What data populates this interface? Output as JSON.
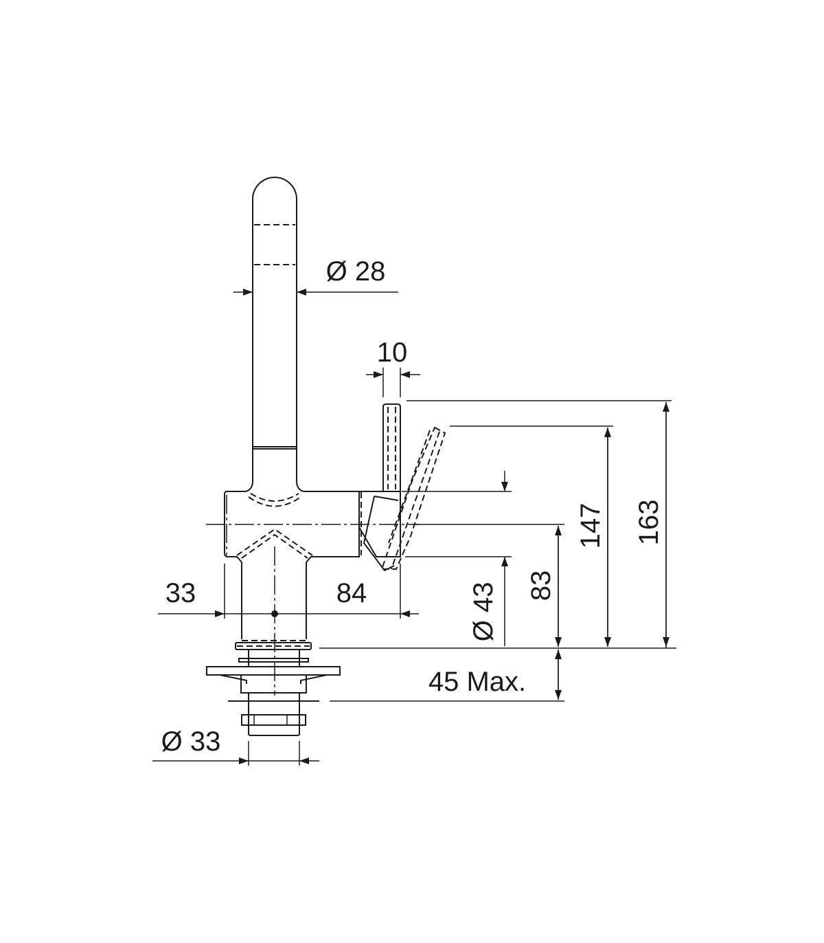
{
  "drawing": {
    "dimensions": {
      "spout_diameter": "Ø 28",
      "lever_width": "10",
      "total_height": "163",
      "lever_height": "147",
      "axis_height": "83",
      "body_diameter": "Ø 43",
      "left_offset": "33",
      "right_offset": "84",
      "counter_thickness": "45 Max.",
      "shank_diameter": "Ø 33"
    },
    "color": "#1a1a1a"
  }
}
